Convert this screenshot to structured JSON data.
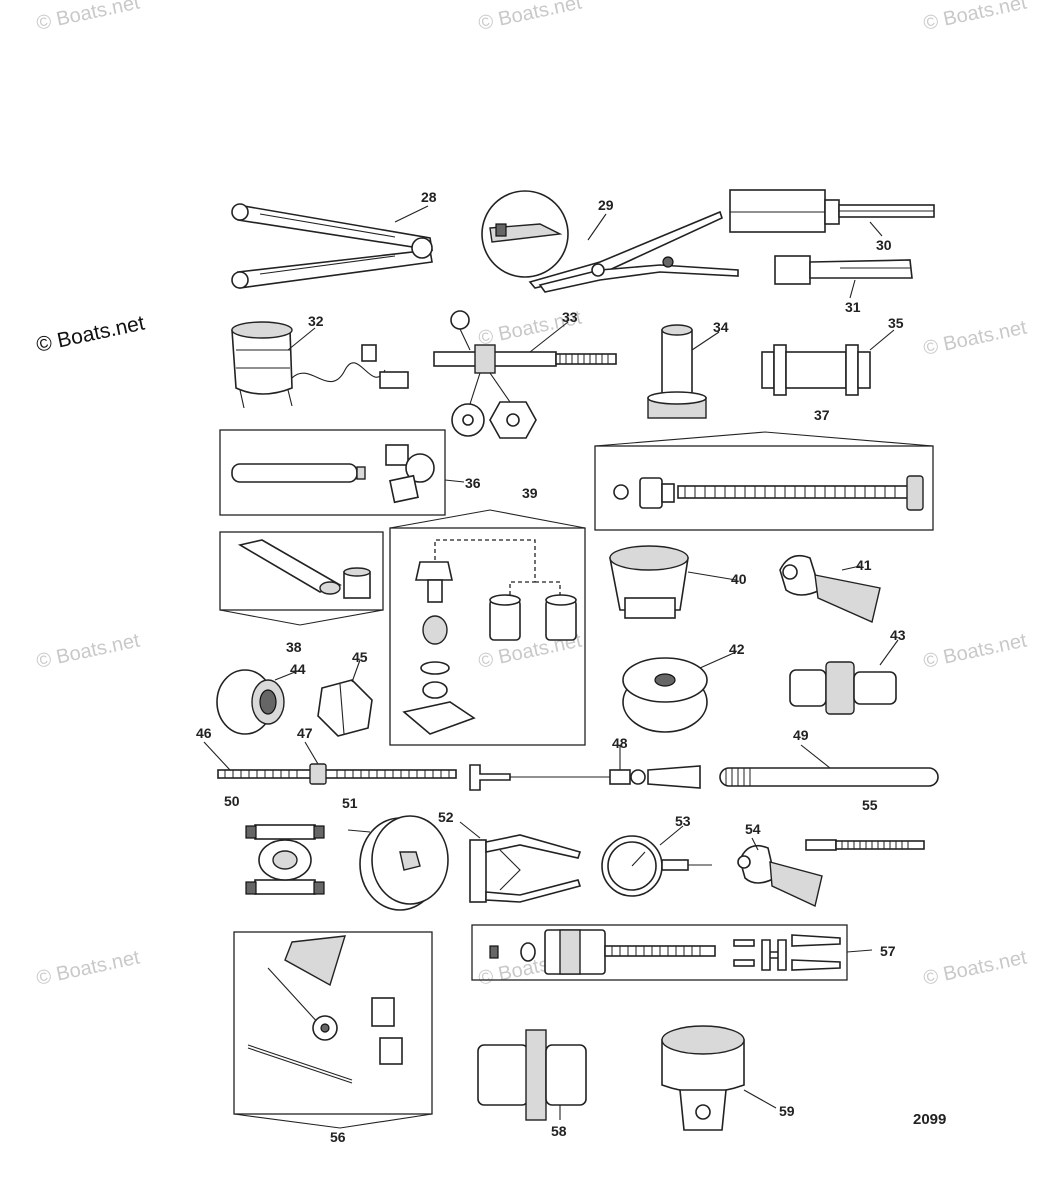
{
  "watermarks": {
    "main": "© Boats.net",
    "faint": "© Boats.net"
  },
  "figure_number": "2099",
  "callouts": [
    "28",
    "29",
    "30",
    "31",
    "32",
    "33",
    "34",
    "35",
    "36",
    "37",
    "38",
    "39",
    "40",
    "41",
    "42",
    "43",
    "44",
    "45",
    "46",
    "47",
    "48",
    "49",
    "50",
    "51",
    "52",
    "53",
    "54",
    "55",
    "56",
    "57",
    "58",
    "59"
  ]
}
